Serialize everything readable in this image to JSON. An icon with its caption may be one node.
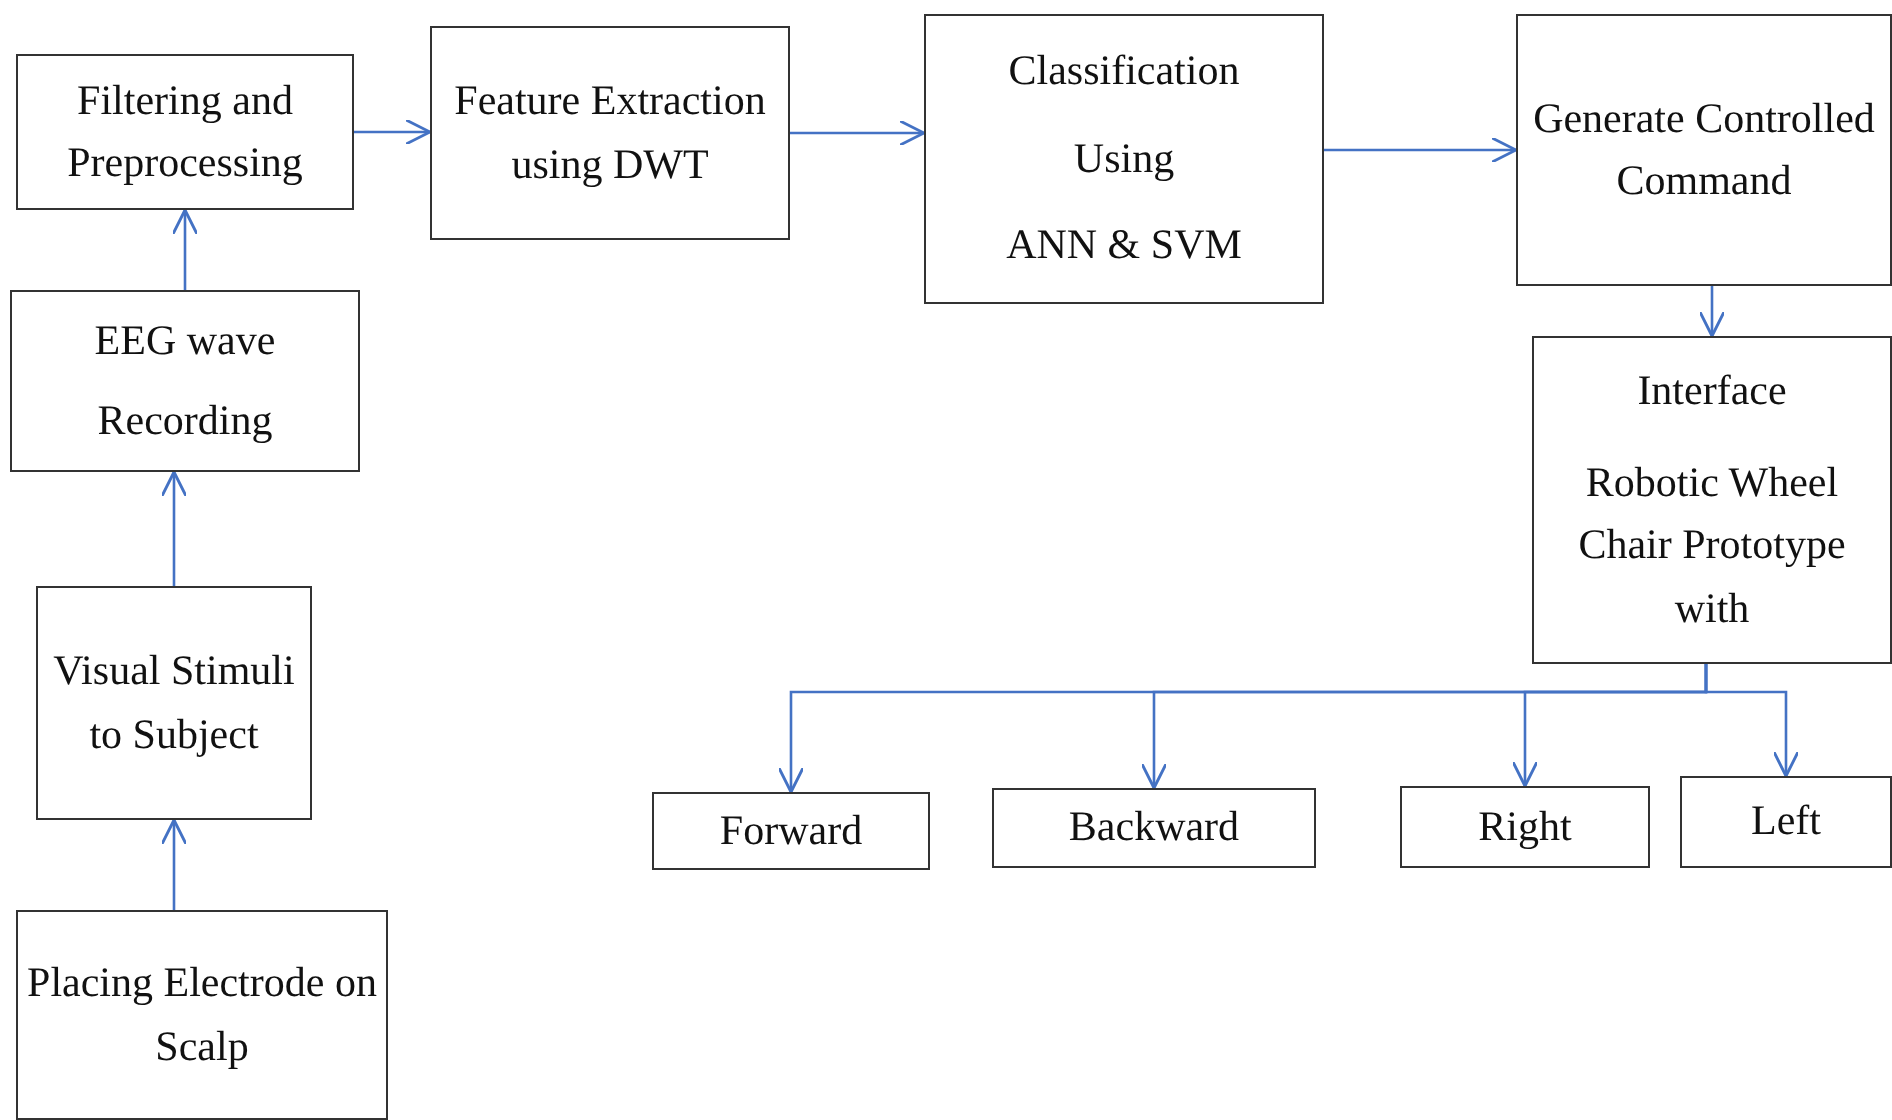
{
  "diagram": {
    "nodes": [
      {
        "text": [
          "Placing Electrode on Scalp"
        ]
      },
      {
        "text": [
          "Visual Stimuli to Subject"
        ]
      },
      {
        "text": [
          "EEG wave",
          "Recording"
        ]
      },
      {
        "text": [
          "Filtering and Preprocessing"
        ]
      },
      {
        "text": [
          "Feature Extraction using DWT"
        ]
      },
      {
        "text": [
          "Classification",
          "Using",
          "ANN & SVM"
        ]
      },
      {
        "text": [
          "Generate Controlled Command"
        ]
      },
      {
        "text": [
          "Interface",
          "Robotic Wheel Chair Prototype with"
        ]
      },
      {
        "text": [
          "Forward"
        ]
      },
      {
        "text": [
          "Backward"
        ]
      },
      {
        "text": [
          "Right"
        ]
      },
      {
        "text": [
          "Left"
        ]
      }
    ],
    "edges": [
      {
        "from": 0,
        "to": 1,
        "arrow": "to"
      },
      {
        "from": 1,
        "to": 2,
        "arrow": "to"
      },
      {
        "from": 2,
        "to": 3,
        "arrow": "to"
      },
      {
        "from": 3,
        "to": 4,
        "arrow": "to"
      },
      {
        "from": 4,
        "to": 5,
        "arrow": "to"
      },
      {
        "from": 5,
        "to": 6,
        "arrow": "to"
      },
      {
        "from": 6,
        "to": 7,
        "arrow": "to"
      },
      {
        "from": 7,
        "to": 8,
        "arrow": "to"
      },
      {
        "from": 7,
        "to": 9,
        "arrow": "to"
      },
      {
        "from": 7,
        "to": 10,
        "arrow": "to"
      },
      {
        "from": 7,
        "to": 11,
        "arrow": "to"
      }
    ]
  }
}
